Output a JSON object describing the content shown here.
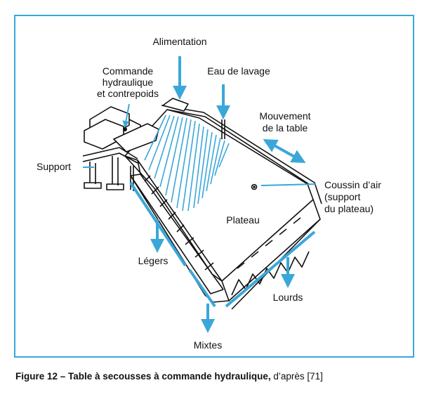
{
  "labels": {
    "alimentation": "Alimentation",
    "commande_1": "Commande",
    "commande_2": "hydraulique",
    "commande_3": "et contrepoids",
    "eau": "Eau de lavage",
    "mouvement_1": "Mouvement",
    "mouvement_2": "de la table",
    "support": "Support",
    "coussin_1": "Coussin d’air",
    "coussin_2": "(support",
    "coussin_3": "du plateau)",
    "plateau": "Plateau",
    "legers": "Légers",
    "lourds": "Lourds",
    "mixtes": "Mixtes"
  },
  "caption": {
    "bold": "Figure 12 – Table à secousses à commande hydraulique,",
    "rest": " d’après [71]"
  },
  "colors": {
    "accent": "#3aa7d9",
    "line": "#111111"
  }
}
